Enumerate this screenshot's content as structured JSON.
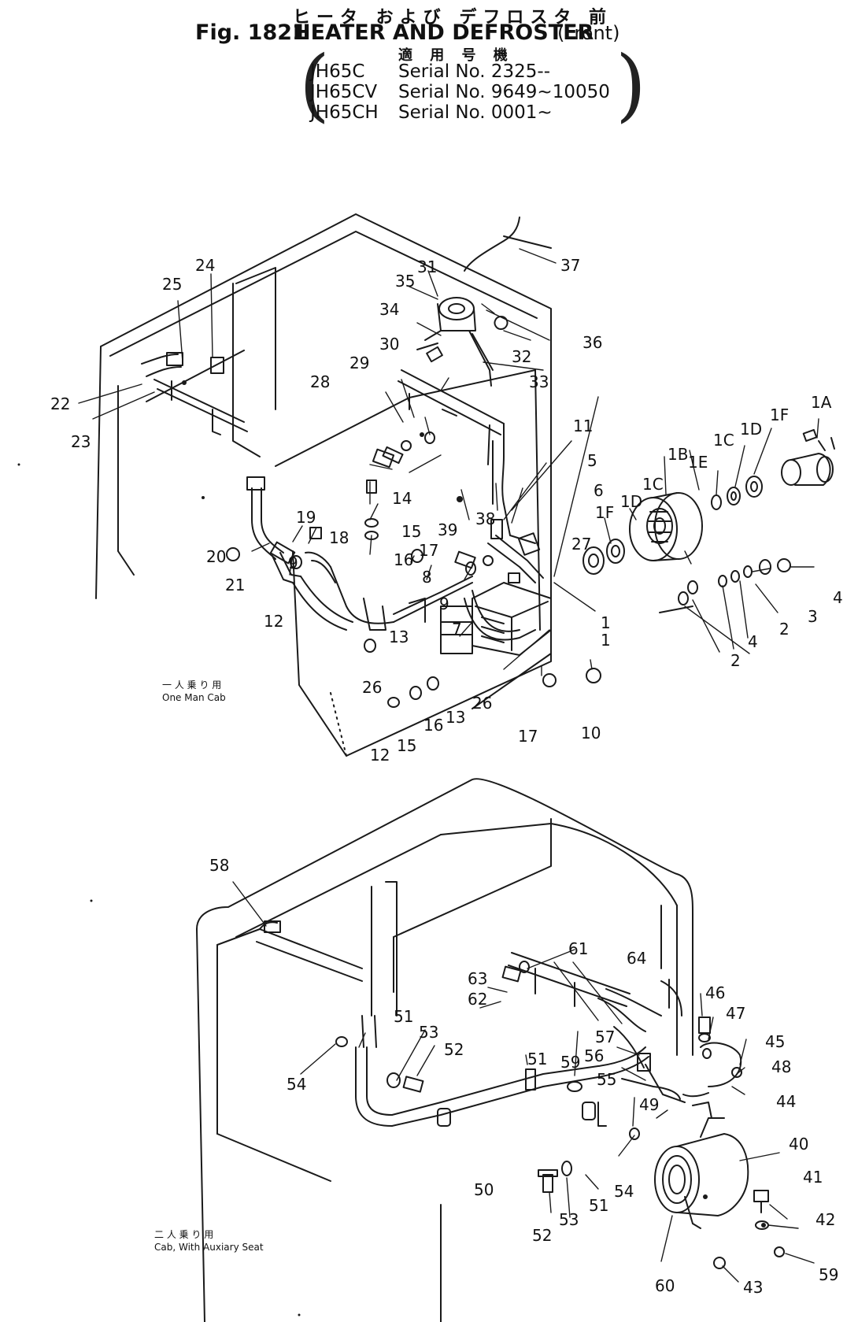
{
  "header": {
    "title_jp": "ヒータ および デフロスタ",
    "front_jp": "前",
    "figure_label": "Fig. 1821",
    "title": "HEATER AND DEFROSTER",
    "front": "(Front)",
    "applicable_jp": "適 用 号 機",
    "serials": [
      {
        "model": "JH65C",
        "text": "Serial  No. 2325--"
      },
      {
        "model": "JH65CV",
        "text": "Serial  No. 9649~10050"
      },
      {
        "model": "JH65CH",
        "text": "Serial  No. 0001~"
      }
    ]
  },
  "views": {
    "upper": {
      "caption_jp": "一 人 乗 り 用",
      "caption": "One Man Cab"
    },
    "lower": {
      "caption_jp": "二 人 乗 り 用",
      "caption": "Cab, With Auxiary Seat"
    }
  },
  "callouts": [
    "1",
    "1",
    "1A",
    "1B",
    "1C",
    "1C",
    "1D",
    "1D",
    "1E",
    "1F",
    "1F",
    "2",
    "2",
    "3",
    "4",
    "4",
    "5",
    "6",
    "7",
    "8",
    "9",
    "9",
    "10",
    "11",
    "12",
    "12",
    "13",
    "13",
    "14",
    "15",
    "15",
    "16",
    "16",
    "17",
    "17",
    "18",
    "19",
    "20",
    "21",
    "22",
    "23",
    "24",
    "25",
    "26",
    "26",
    "27",
    "28",
    "29",
    "30",
    "31",
    "32",
    "33",
    "34",
    "35",
    "36",
    "37",
    "38",
    "39",
    "40",
    "41",
    "42",
    "43",
    "44",
    "45",
    "46",
    "47",
    "48",
    "49",
    "50",
    "51",
    "51",
    "51",
    "52",
    "52",
    "53",
    "53",
    "54",
    "54",
    "55",
    "56",
    "57",
    "58",
    "59",
    "59",
    "60",
    "61",
    "62",
    "63",
    "64"
  ]
}
